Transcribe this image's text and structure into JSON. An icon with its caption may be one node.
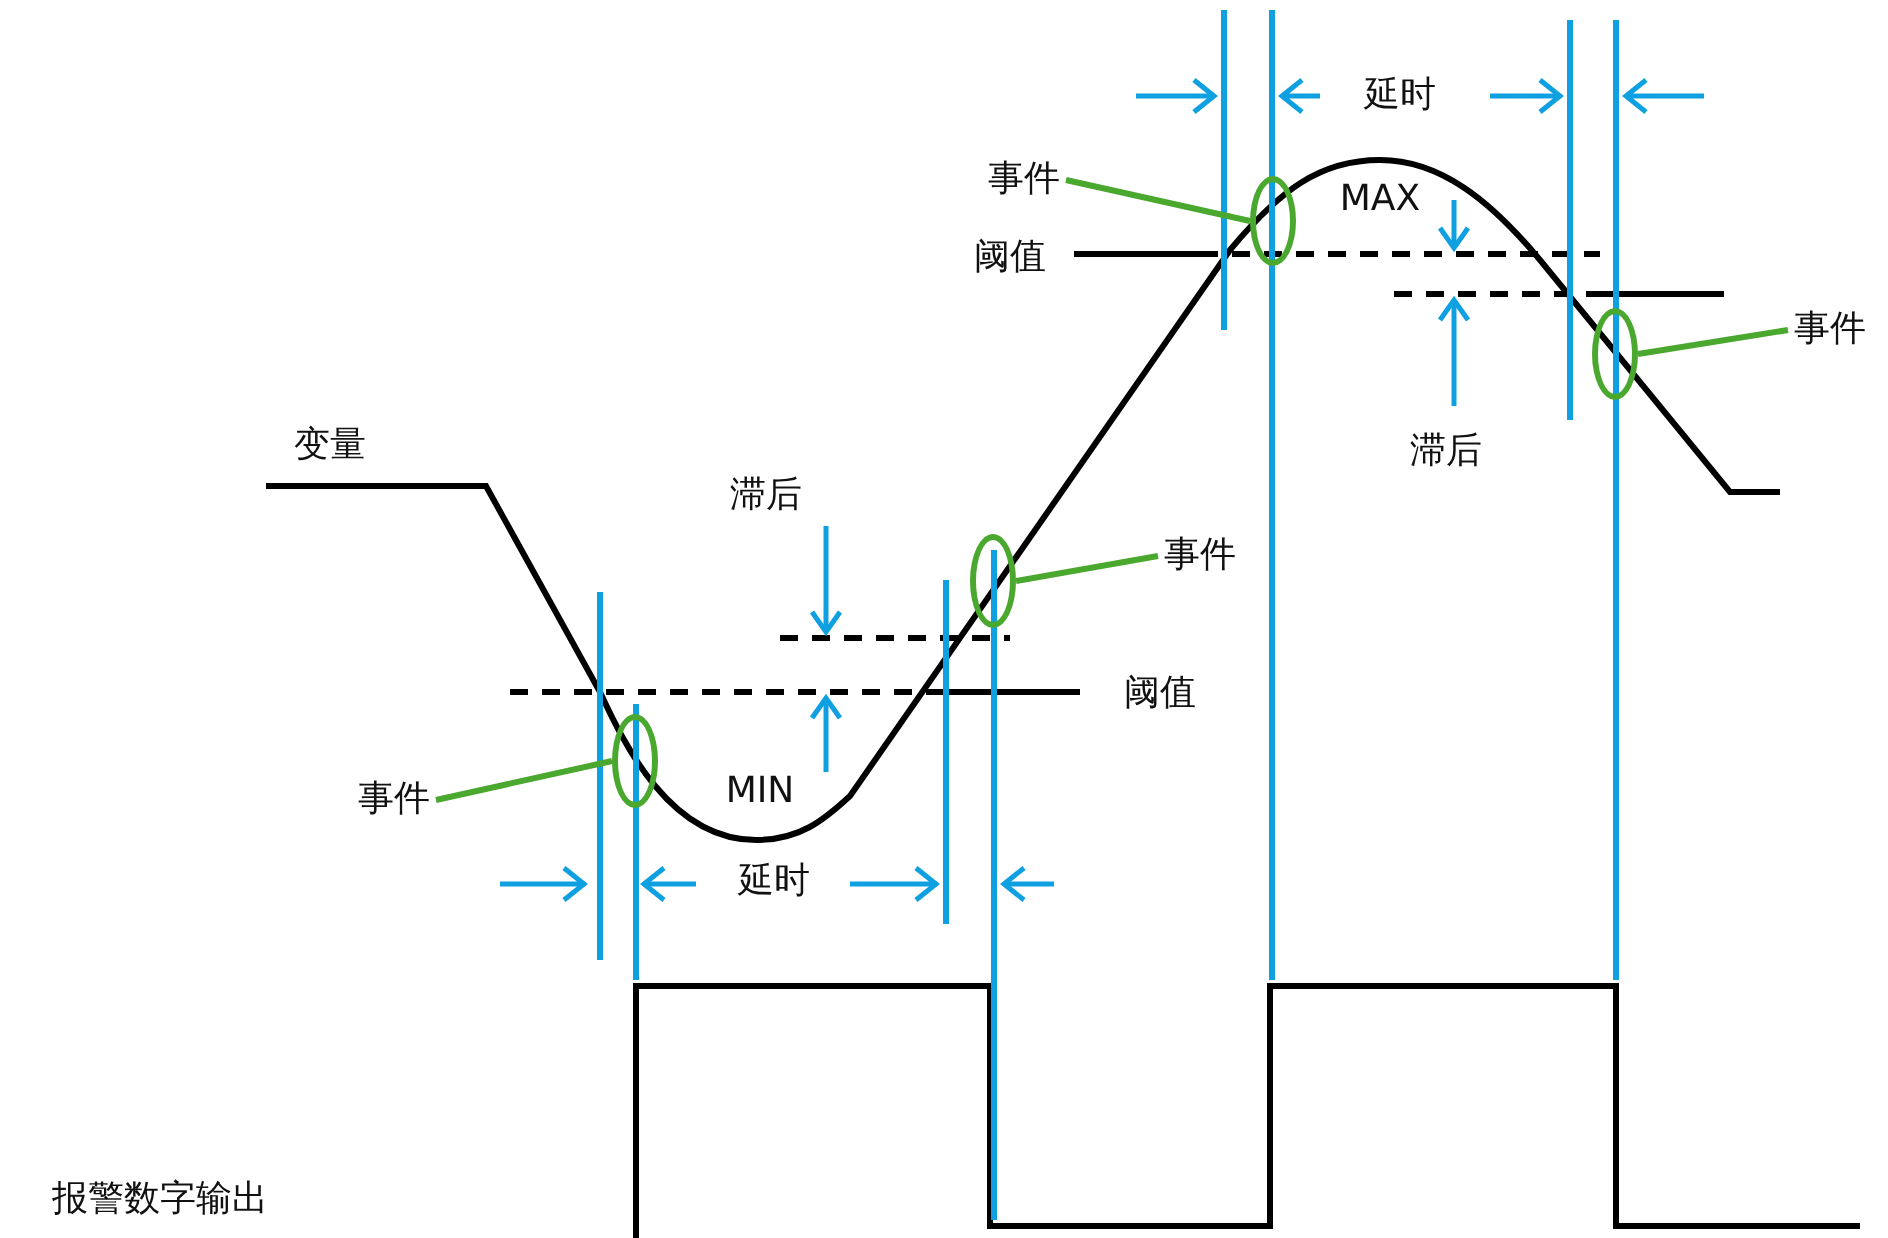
{
  "diagram": {
    "nodes": [
      {
        "text": [
          "事件"
        ]
      },
      {
        "text": [],
        "shape": "circle"
      },
      {
        "text": [
          "事件"
        ]
      },
      {
        "text": [],
        "shape": "circle"
      },
      {
        "text": [
          "事件"
        ]
      },
      {
        "text": [],
        "shape": "circle"
      },
      {
        "text": [
          "事件"
        ]
      },
      {
        "text": [],
        "shape": "circle"
      }
    ],
    "edges": [
      {
        "from": 0,
        "to": 1,
        "arrow": "none"
      },
      {
        "from": 2,
        "to": 3,
        "arrow": "none"
      },
      {
        "from": 4,
        "to": 5,
        "arrow": "none"
      },
      {
        "from": 6,
        "to": 7,
        "arrow": "none"
      }
    ],
    "labels": [
      "延时",
      "MAX",
      "阈值",
      "滞后",
      "变量",
      "滞后",
      "阈值",
      "MIN",
      "延时",
      "报警数字输出"
    ]
  }
}
